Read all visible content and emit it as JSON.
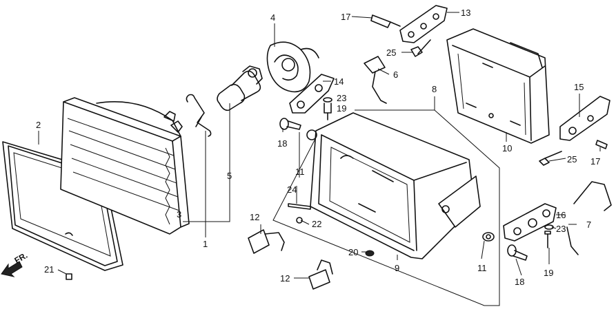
{
  "diagram": {
    "direction_label": "FR.",
    "callouts": [
      {
        "id": "c1",
        "text": "1"
      },
      {
        "id": "c2",
        "text": "2"
      },
      {
        "id": "c3",
        "text": "3"
      },
      {
        "id": "c4",
        "text": "4"
      },
      {
        "id": "c5",
        "text": "5"
      },
      {
        "id": "c6",
        "text": "6"
      },
      {
        "id": "c7",
        "text": "7"
      },
      {
        "id": "c8",
        "text": "8"
      },
      {
        "id": "c9",
        "text": "9"
      },
      {
        "id": "c10",
        "text": "10"
      },
      {
        "id": "c11a",
        "text": "11"
      },
      {
        "id": "c11b",
        "text": "11"
      },
      {
        "id": "c12a",
        "text": "12"
      },
      {
        "id": "c12b",
        "text": "12"
      },
      {
        "id": "c13",
        "text": "13"
      },
      {
        "id": "c14",
        "text": "14"
      },
      {
        "id": "c15",
        "text": "15"
      },
      {
        "id": "c16",
        "text": "16"
      },
      {
        "id": "c17a",
        "text": "17"
      },
      {
        "id": "c17b",
        "text": "17"
      },
      {
        "id": "c18a",
        "text": "18"
      },
      {
        "id": "c18b",
        "text": "18"
      },
      {
        "id": "c19a",
        "text": "19"
      },
      {
        "id": "c19b",
        "text": "19"
      },
      {
        "id": "c20",
        "text": "20"
      },
      {
        "id": "c21",
        "text": "21"
      },
      {
        "id": "c22",
        "text": "22"
      },
      {
        "id": "c23a",
        "text": "23"
      },
      {
        "id": "c23b",
        "text": "23"
      },
      {
        "id": "c24",
        "text": "24"
      },
      {
        "id": "c25a",
        "text": "25"
      },
      {
        "id": "c25b",
        "text": "25"
      }
    ]
  }
}
